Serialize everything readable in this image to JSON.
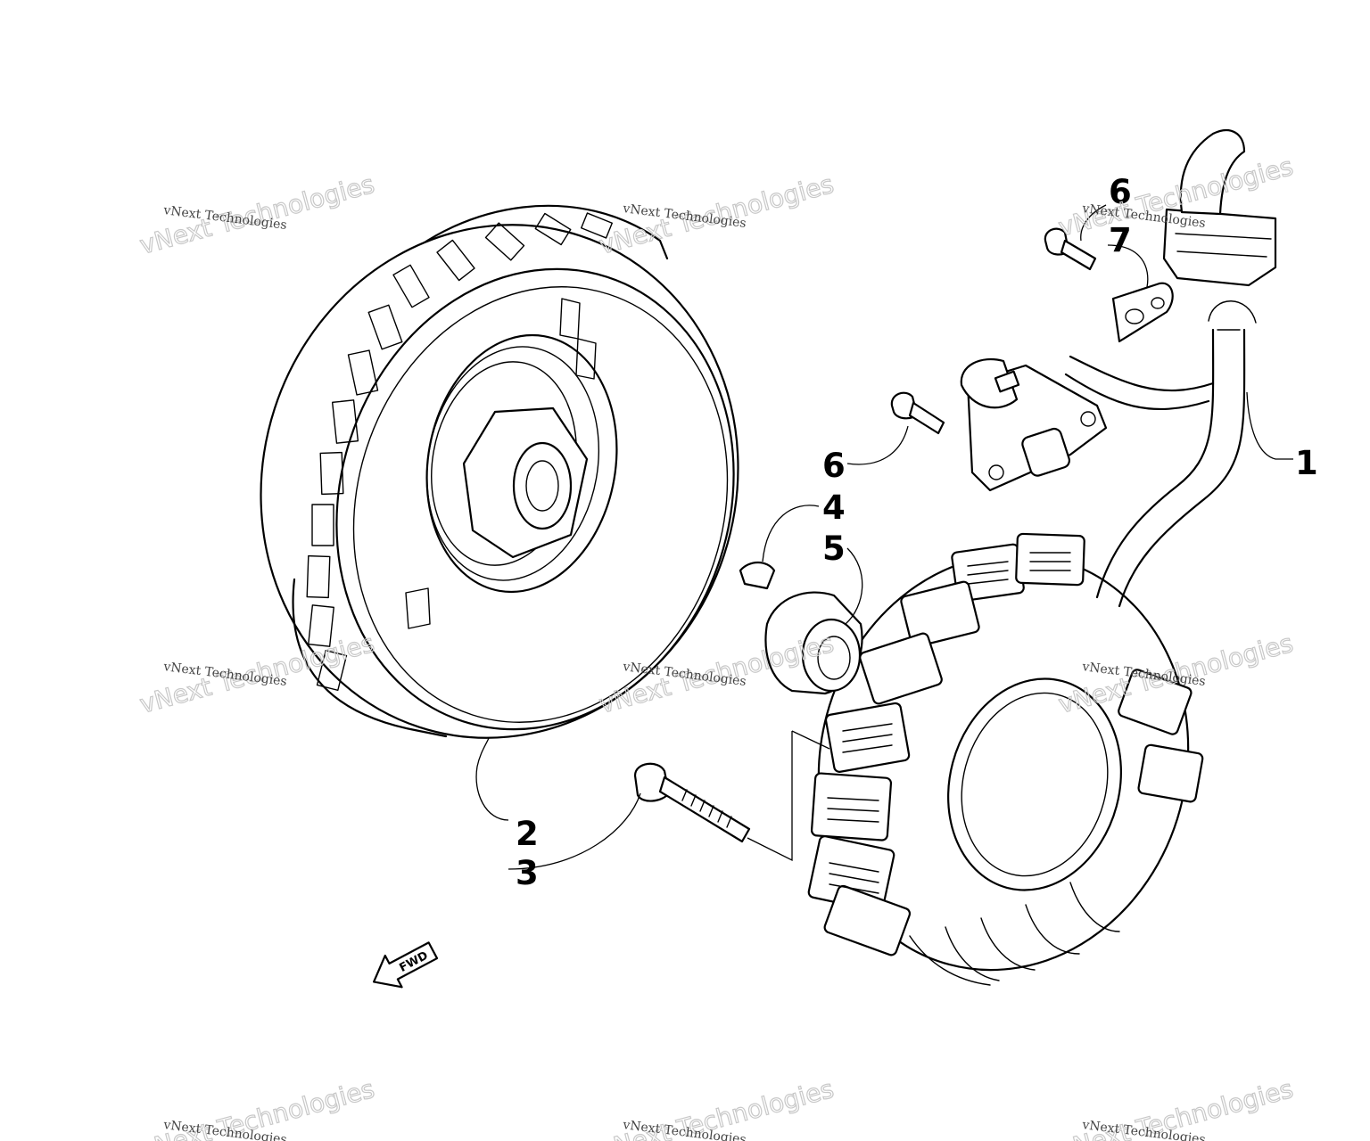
{
  "callouts": {
    "c1": "1",
    "c2": "2",
    "c3": "3",
    "c4": "4",
    "c5": "5",
    "c6_upper": "6",
    "c7": "7",
    "c6_lower": "6"
  },
  "fwd_label": "FWD",
  "watermark": {
    "small": "vNext Technologies",
    "big": "vNext Technologies"
  },
  "colors": {
    "ink": "#000000",
    "watermark": "#c8c8c8"
  }
}
